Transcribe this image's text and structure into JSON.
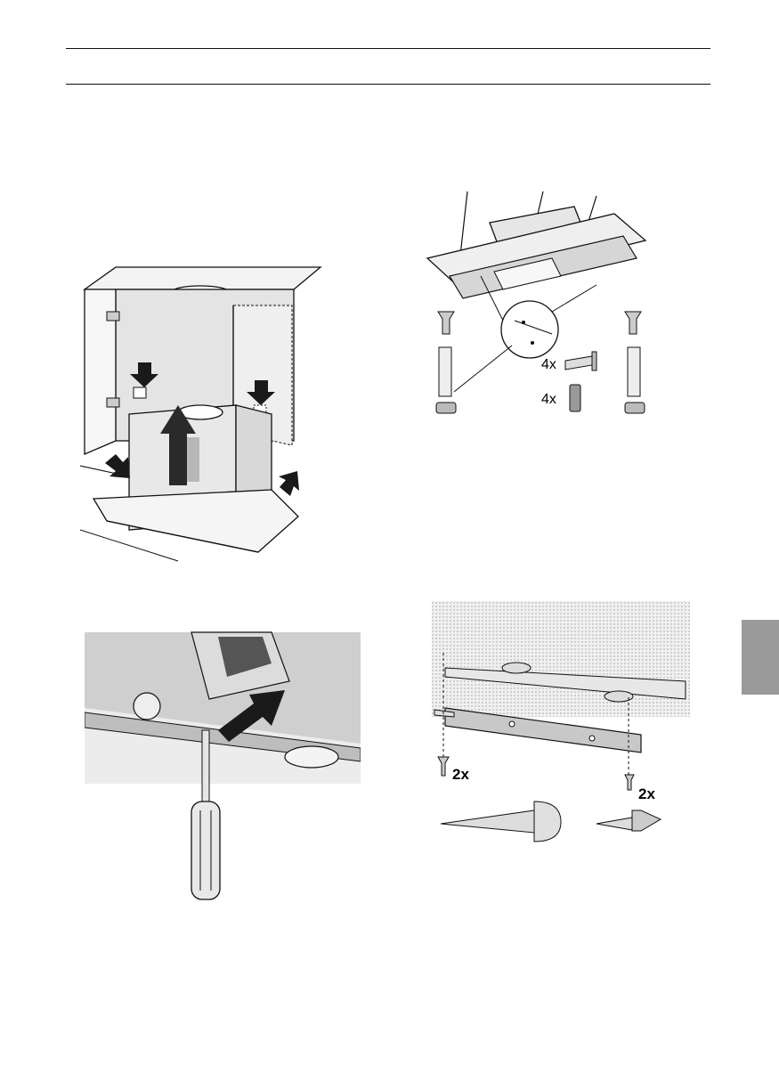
{
  "figure_top_right": {
    "screw_qty": "4x",
    "plug_qty": "4x"
  },
  "figure_bottom_right": {
    "left_screw_qty": "2x",
    "right_screw_qty": "2x"
  },
  "colors": {
    "line": "#111111",
    "panel_gray": "#c9c9c9",
    "dark_arrow": "#1a1a1a",
    "tab_gray": "#9a9a9a"
  }
}
